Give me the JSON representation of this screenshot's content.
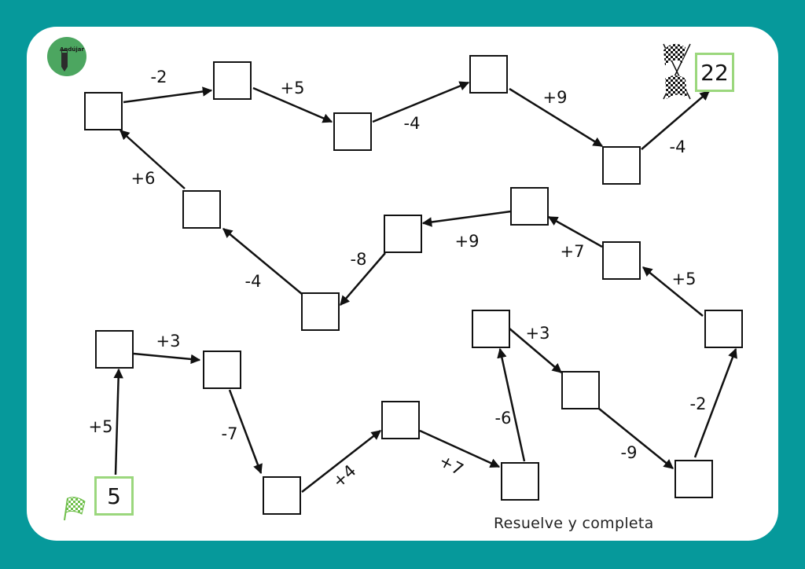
{
  "logo": {
    "text": "Andújar"
  },
  "start": {
    "value": "5"
  },
  "finish": {
    "value": "22"
  },
  "footer": {
    "text": "Resuelve y completa"
  },
  "operations": [
    "+5",
    "+3",
    "-7",
    "+4",
    "+7",
    "-6",
    "+3",
    "-9",
    "-2",
    "+5",
    "+7",
    "+9",
    "-8",
    "-4",
    "+6",
    "-2",
    "+5",
    "-4",
    "+9",
    "-4"
  ],
  "path_boxes": 20,
  "colors": {
    "background": "#06999b",
    "card": "#ffffff",
    "endpoint_border": "#9bd77d",
    "logo": "#4ca660"
  },
  "icons": [
    "checkered-flag-icon",
    "crossed-checkered-flags-icon",
    "school-logo-icon"
  ]
}
